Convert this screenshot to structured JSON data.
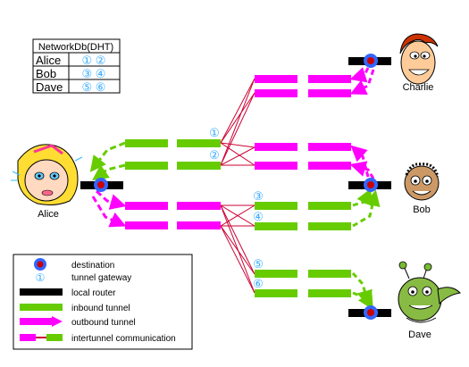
{
  "netdb": {
    "title": "NetworkDb(DHT)",
    "rows": [
      {
        "name": "Alice",
        "ids": "① ②"
      },
      {
        "name": "Bob",
        "ids": "③ ④"
      },
      {
        "name": "Dave",
        "ids": "⑤ ⑥"
      }
    ]
  },
  "people": {
    "alice": "Alice",
    "bob": "Bob",
    "charlie": "Charlie",
    "dave": "Dave"
  },
  "gateway_labels": {
    "g1": "①",
    "g2": "②",
    "g3": "③",
    "g4": "④",
    "g5": "⑤",
    "g6": "⑥"
  },
  "legend": {
    "destination": "destination",
    "gateway_symbol": "①",
    "gateway": "tunnel gateway",
    "router": "local router",
    "inbound": "inbound tunnel",
    "outbound": "outbound tunnel",
    "intertunnel": "intertunnel communication"
  },
  "colors": {
    "inbound": "#66cc00",
    "outbound": "#ff00ff",
    "link": "#cc0033",
    "router": "#000000",
    "gateway": "#33aaff",
    "destination": "#cc0000"
  },
  "icons": {
    "face": "face-icon",
    "destination": "destination-icon",
    "router": "router-icon"
  }
}
